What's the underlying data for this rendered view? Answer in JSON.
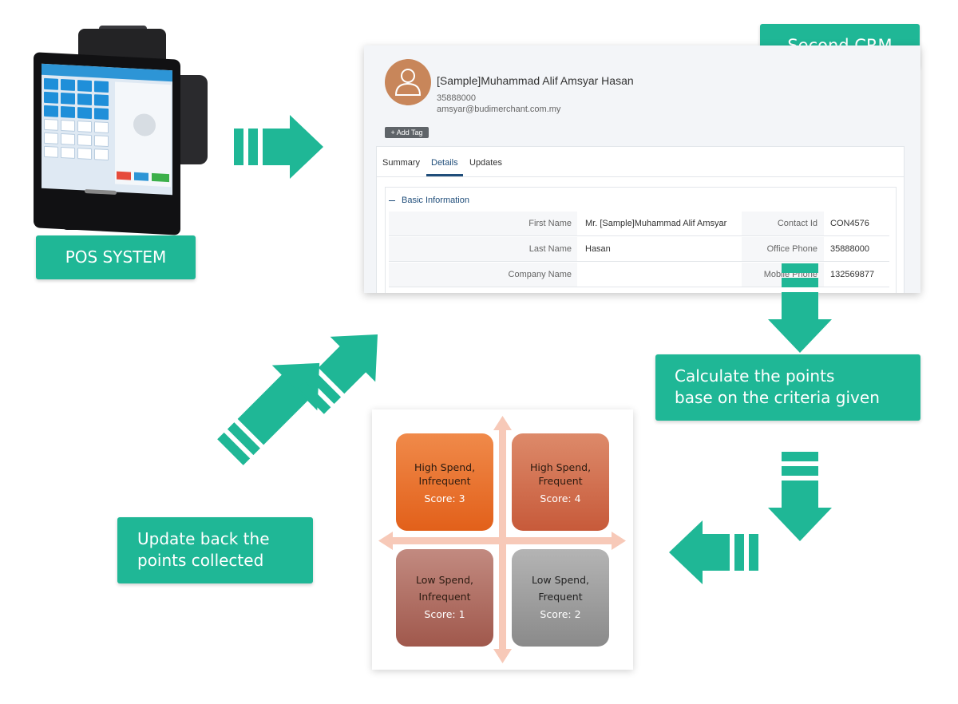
{
  "labels": {
    "crm": "Second CRM",
    "pos": "POS SYSTEM",
    "calculate_line1": "Calculate the points",
    "calculate_line2": "base on the criteria given",
    "update_line1": "Update back the",
    "update_line2": "points collected"
  },
  "crm": {
    "name": "[Sample]Muhammad Alif Amsyar Hasan",
    "phone": "35888000",
    "email": "amsyar@budimerchant.com.my",
    "add_tag": "+ Add Tag",
    "tabs": [
      "Summary",
      "Details",
      "Updates"
    ],
    "active_tab": "Details",
    "section_title": "Basic Information",
    "fields": [
      {
        "label": "First Name",
        "value": "Mr. [Sample]Muhammad Alif Amsyar",
        "label2": "Contact Id",
        "value2": "CON4576"
      },
      {
        "label": "Last Name",
        "value": "Hasan",
        "label2": "Office Phone",
        "value2": "35888000"
      },
      {
        "label": "Company Name",
        "value": "",
        "label2": "Mobile Phone",
        "value2": "132569877"
      }
    ]
  },
  "matrix": {
    "quadrants": [
      {
        "title_line1": "High Spend,",
        "title_line2": "Infrequent",
        "score": "Score: 3",
        "color": "#ea6a1f"
      },
      {
        "title_line1": "High Spend,",
        "title_line2": "Frequent",
        "score": "Score: 4",
        "color": "#cf6a4b"
      },
      {
        "title_line1": "Low Spend,",
        "title_line2": "Infrequent",
        "score": "Score: 1",
        "color": "#ab6d62"
      },
      {
        "title_line1": "Low Spend,",
        "title_line2": "Frequent",
        "score": "Score: 2",
        "color": "#959595"
      }
    ],
    "axis_color": "#f7c9b8"
  },
  "colors": {
    "accent": "#1fb796",
    "crm_title": "#1f4d7a",
    "avatar": "#c8865a"
  },
  "icons": {
    "user": "user-icon",
    "arrows": [
      "arrow-right-icon",
      "arrow-down-icon",
      "arrow-down-icon",
      "arrow-left-icon",
      "arrow-up-right-icon"
    ]
  }
}
